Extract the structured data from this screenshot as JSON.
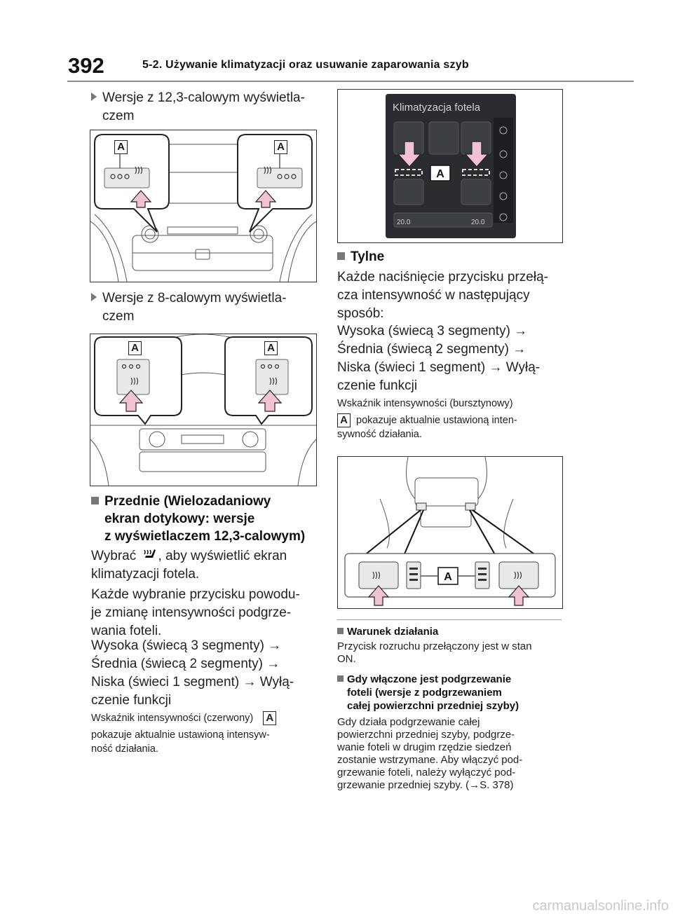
{
  "header": {
    "page_number": "392",
    "chapter_title": "5-2. Używanie klimatyzacji oraz usuwanie zaparowania szyb"
  },
  "left": {
    "variant_12": "Wersje z 12,3-calowym wyświetla-czem",
    "variant_12_line1": "Wersje z 12,3-calowym wyświetla-",
    "variant_12_line2": "czem",
    "variant_8_line1": "Wersje z 8-calowym wyświetla-",
    "variant_8_line2": "czem",
    "front_heading_line1": "Przednie (Wielozadaniowy",
    "front_heading_line2": "ekran dotykowy: wersje",
    "front_heading_line3": "z wyświetlaczem 12,3-calowym)",
    "select_prefix": "Wybrać",
    "select_suffix": ", aby wyświetlić ekran",
    "select_line2": "klimatyzacji fotela.",
    "press_line1": "Każde wybranie przycisku powodu-",
    "press_line2": "je zmianę intensywności podgrze-",
    "press_line3": "wania foteli.",
    "seq_line1": "Wysoka (świecą 3 segmenty) →",
    "seq_line2": "Średnia (świecą 2 segmenty) →",
    "seq_line3": "Niska (świeci 1 segment) → Wyłą-",
    "seq_line4": "czenie funkcji",
    "indicator_line1": "Wskaźnik intensywności (czerwony)",
    "indicator_line2": "pokazuje aktualnie ustawioną intensyw-",
    "indicator_line3": "ność działania."
  },
  "right": {
    "screen_title": "Klimatyzacja fotela",
    "screen_temp_left": "20.0",
    "screen_temp_right": "20.0",
    "rear_heading": "Tylne",
    "press_line1": "Każde naciśnięcie przycisku przełą-",
    "press_line2": "cza intensywność w następujący",
    "press_line3": "sposób:",
    "seq_line1": "Wysoka (świecą 3 segmenty) →",
    "seq_line2": "Średnia (świecą 2 segmenty) →",
    "seq_line3": "Niska (świeci 1 segment) → Wyłą-",
    "seq_line4": "czenie funkcji",
    "indicator_line1": "Wskaźnik intensywności (bursztynowy)",
    "indicator_line2": "pokazuje aktualnie ustawioną inten-",
    "indicator_line3": "sywność działania.",
    "note1_head": "Warunek działania",
    "note1_line1": "Przycisk rozruchu przełączony jest w stan",
    "note1_line2": "ON.",
    "note2_head_line1": "Gdy włączone jest podgrzewanie",
    "note2_head_line2": "foteli (wersje z podgrzewaniem",
    "note2_head_line3": "całej powierzchni przedniej szyby)",
    "note2_line1": "Gdy działa podgrzewanie całej",
    "note2_line2": "powierzchni przedniej szyby, podgrze-",
    "note2_line3": "wanie foteli w drugim rzędzie siedzeń",
    "note2_line4": "zostanie wstrzymane. Aby włączyć pod-",
    "note2_line5": "grzewanie foteli, należy wyłączyć pod-",
    "note2_line6": "grzewanie przedniej szyby. (→S. 378)"
  },
  "labels": {
    "a": "A"
  },
  "watermark": "carmanualsonline.info",
  "colors": {
    "pink_arrow": "#f2c2d4",
    "screen_bg": "#2a2c30",
    "rule": "#8c8c8c"
  }
}
